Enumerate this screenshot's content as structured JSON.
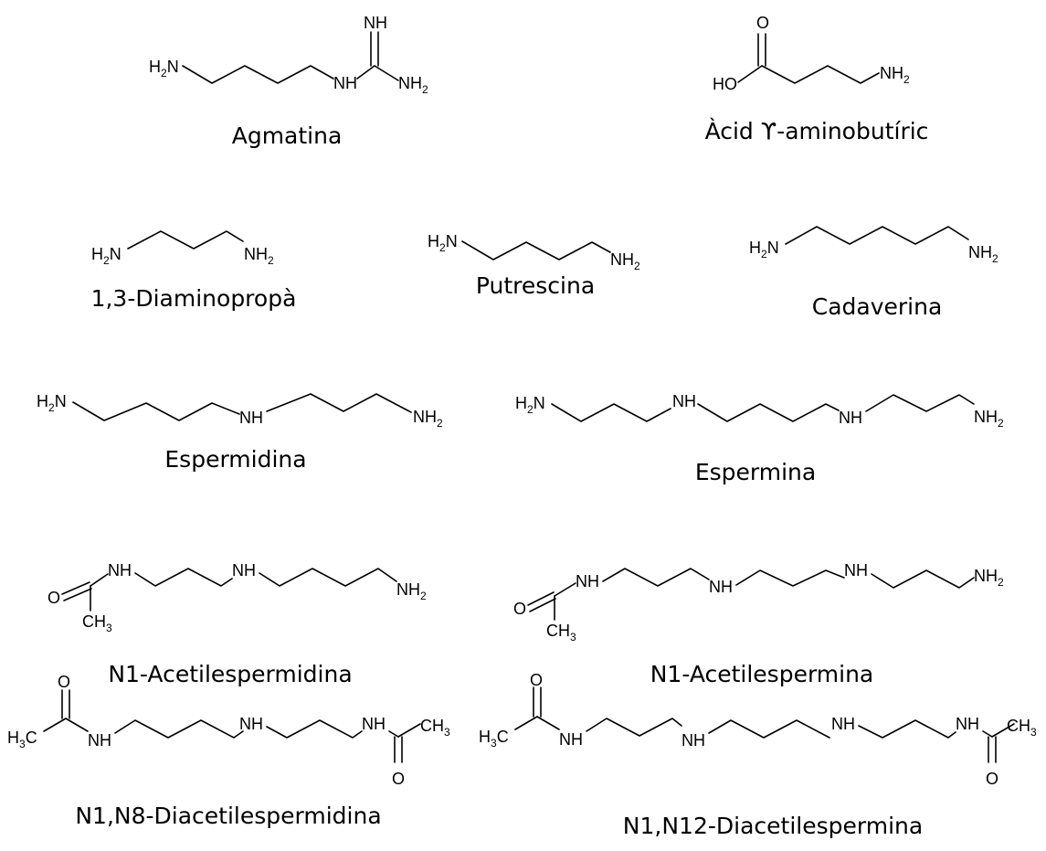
{
  "molecules": [
    {
      "id": "agmatine",
      "name": "Agmatina"
    },
    {
      "id": "gaba",
      "name": "Àcid ϒ-aminobutíric"
    },
    {
      "id": "diaminopropane",
      "name": "1,3-Diaminopropà"
    },
    {
      "id": "putrescine",
      "name": "Putrescina"
    },
    {
      "id": "cadaverine",
      "name": "Cadaverina"
    },
    {
      "id": "spermidine",
      "name": "Espermidina"
    },
    {
      "id": "spermine",
      "name": "Espermina"
    },
    {
      "id": "n1-acetylspermidine",
      "name": "N1-Acetilespermidina"
    },
    {
      "id": "n1-acetylspermine",
      "name": "N1-Acetilespermina"
    },
    {
      "id": "n1n8-diacetylspermidine",
      "name": "N1,N8-Diacetilespermidina"
    },
    {
      "id": "n1n12-diacetylspermine",
      "name": "N1,N12-Diacetilespermina"
    }
  ],
  "atoms": {
    "h2n_main": "H",
    "h2n_sub": "2",
    "h2n_tail": "N",
    "nh2_head": "NH",
    "nh2_sub": "2",
    "nh": "NH",
    "ho": "HO",
    "o": "O",
    "ch3_head": "CH",
    "ch3_sub": "3",
    "h3c_head": "H",
    "h3c_sub": "3",
    "h3c_tail": "C"
  }
}
